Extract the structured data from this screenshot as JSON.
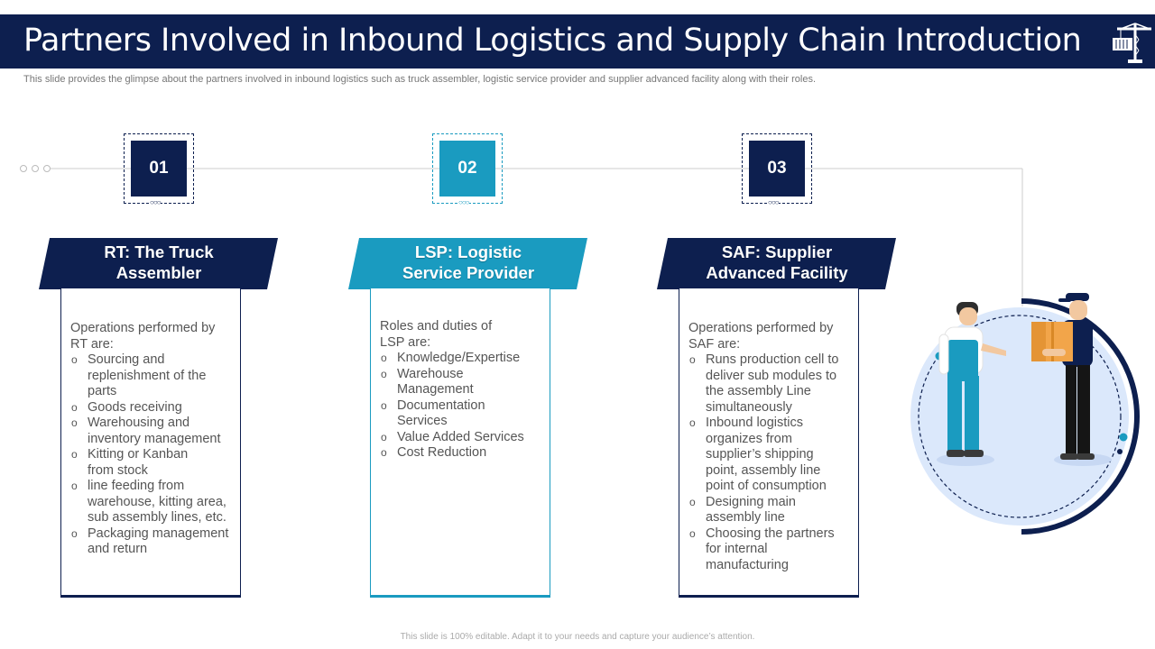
{
  "header": {
    "title": "Partners Involved in Inbound Logistics and Supply Chain Introduction",
    "subtitle": "This slide provides the glimpse about the partners involved in inbound logistics such as truck assembler, logistic service provider and supplier advanced facility along with their roles.",
    "icon": "crane-container-icon"
  },
  "partners": [
    {
      "number": "01",
      "title_line1": "RT: The Truck",
      "title_line2": "Assembler",
      "intro_line1": "Operations performed by",
      "intro_line2": "RT are:",
      "items": [
        [
          "Sourcing and",
          "replenishment of the",
          "parts"
        ],
        [
          "Goods receiving"
        ],
        [
          "Warehousing and",
          "inventory management"
        ],
        [
          "Kitting or Kanban",
          "from stock"
        ],
        [
          "line feeding from",
          "warehouse, kitting area,",
          "sub assembly lines, etc."
        ],
        [
          "Packaging management",
          "and return"
        ]
      ]
    },
    {
      "number": "02",
      "title_line1": "LSP: Logistic",
      "title_line2": "Service Provider",
      "intro_line1": "Roles and duties of",
      "intro_line2": "LSP are:",
      "items": [
        [
          "Knowledge/Expertise"
        ],
        [
          "Warehouse",
          "Management"
        ],
        [
          "Documentation",
          "Services"
        ],
        [
          "Value Added Services"
        ],
        [
          "Cost Reduction"
        ]
      ]
    },
    {
      "number": "03",
      "title_line1": "SAF: Supplier",
      "title_line2": "Advanced Facility",
      "intro_line1": "Operations performed by",
      "intro_line2": "SAF are:",
      "items": [
        [
          "Runs production cell to",
          "deliver sub modules to",
          "the assembly Line",
          "simultaneously"
        ],
        [
          "Inbound logistics",
          "organizes from",
          "supplier’s shipping",
          "point, assembly line",
          "point of consumption"
        ],
        [
          "Designing main",
          "assembly line"
        ],
        [
          "Choosing the partners",
          "for internal",
          "manufacturing"
        ]
      ]
    }
  ],
  "footer": "This slide is 100% editable. Adapt it to your needs and capture your audience’s attention.",
  "colors": {
    "navy": "#0d1f4f",
    "teal": "#1a9bc0",
    "light_blue": "#dbe8fb"
  }
}
